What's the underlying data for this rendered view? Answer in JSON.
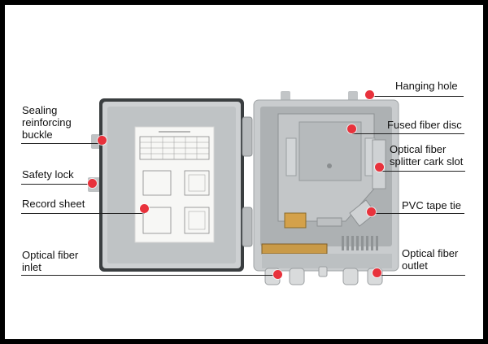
{
  "colors": {
    "background": "#000000",
    "panel": "#ffffff",
    "marker": "#e8323c",
    "housing": "#c8cbcd",
    "interior": "#a9adaf"
  },
  "callouts": [
    {
      "id": "hanging-hole",
      "text": "Hanging hole"
    },
    {
      "id": "sealing-buckle",
      "text": "Sealing\nreinforcing\nbuckle"
    },
    {
      "id": "fused-fiber-disc",
      "text": "Fused fiber disc"
    },
    {
      "id": "splitter-slot",
      "text": "Optical fiber\nsplitter cark slot"
    },
    {
      "id": "safety-lock",
      "text": "Safety lock"
    },
    {
      "id": "record-sheet",
      "text": "Record sheet"
    },
    {
      "id": "pvc-tape-tie",
      "text": "PVC tape tie"
    },
    {
      "id": "fiber-inlet",
      "text": "Optical fiber\ninlet"
    },
    {
      "id": "fiber-outlet",
      "text": "Optical fiber\noutlet"
    }
  ]
}
